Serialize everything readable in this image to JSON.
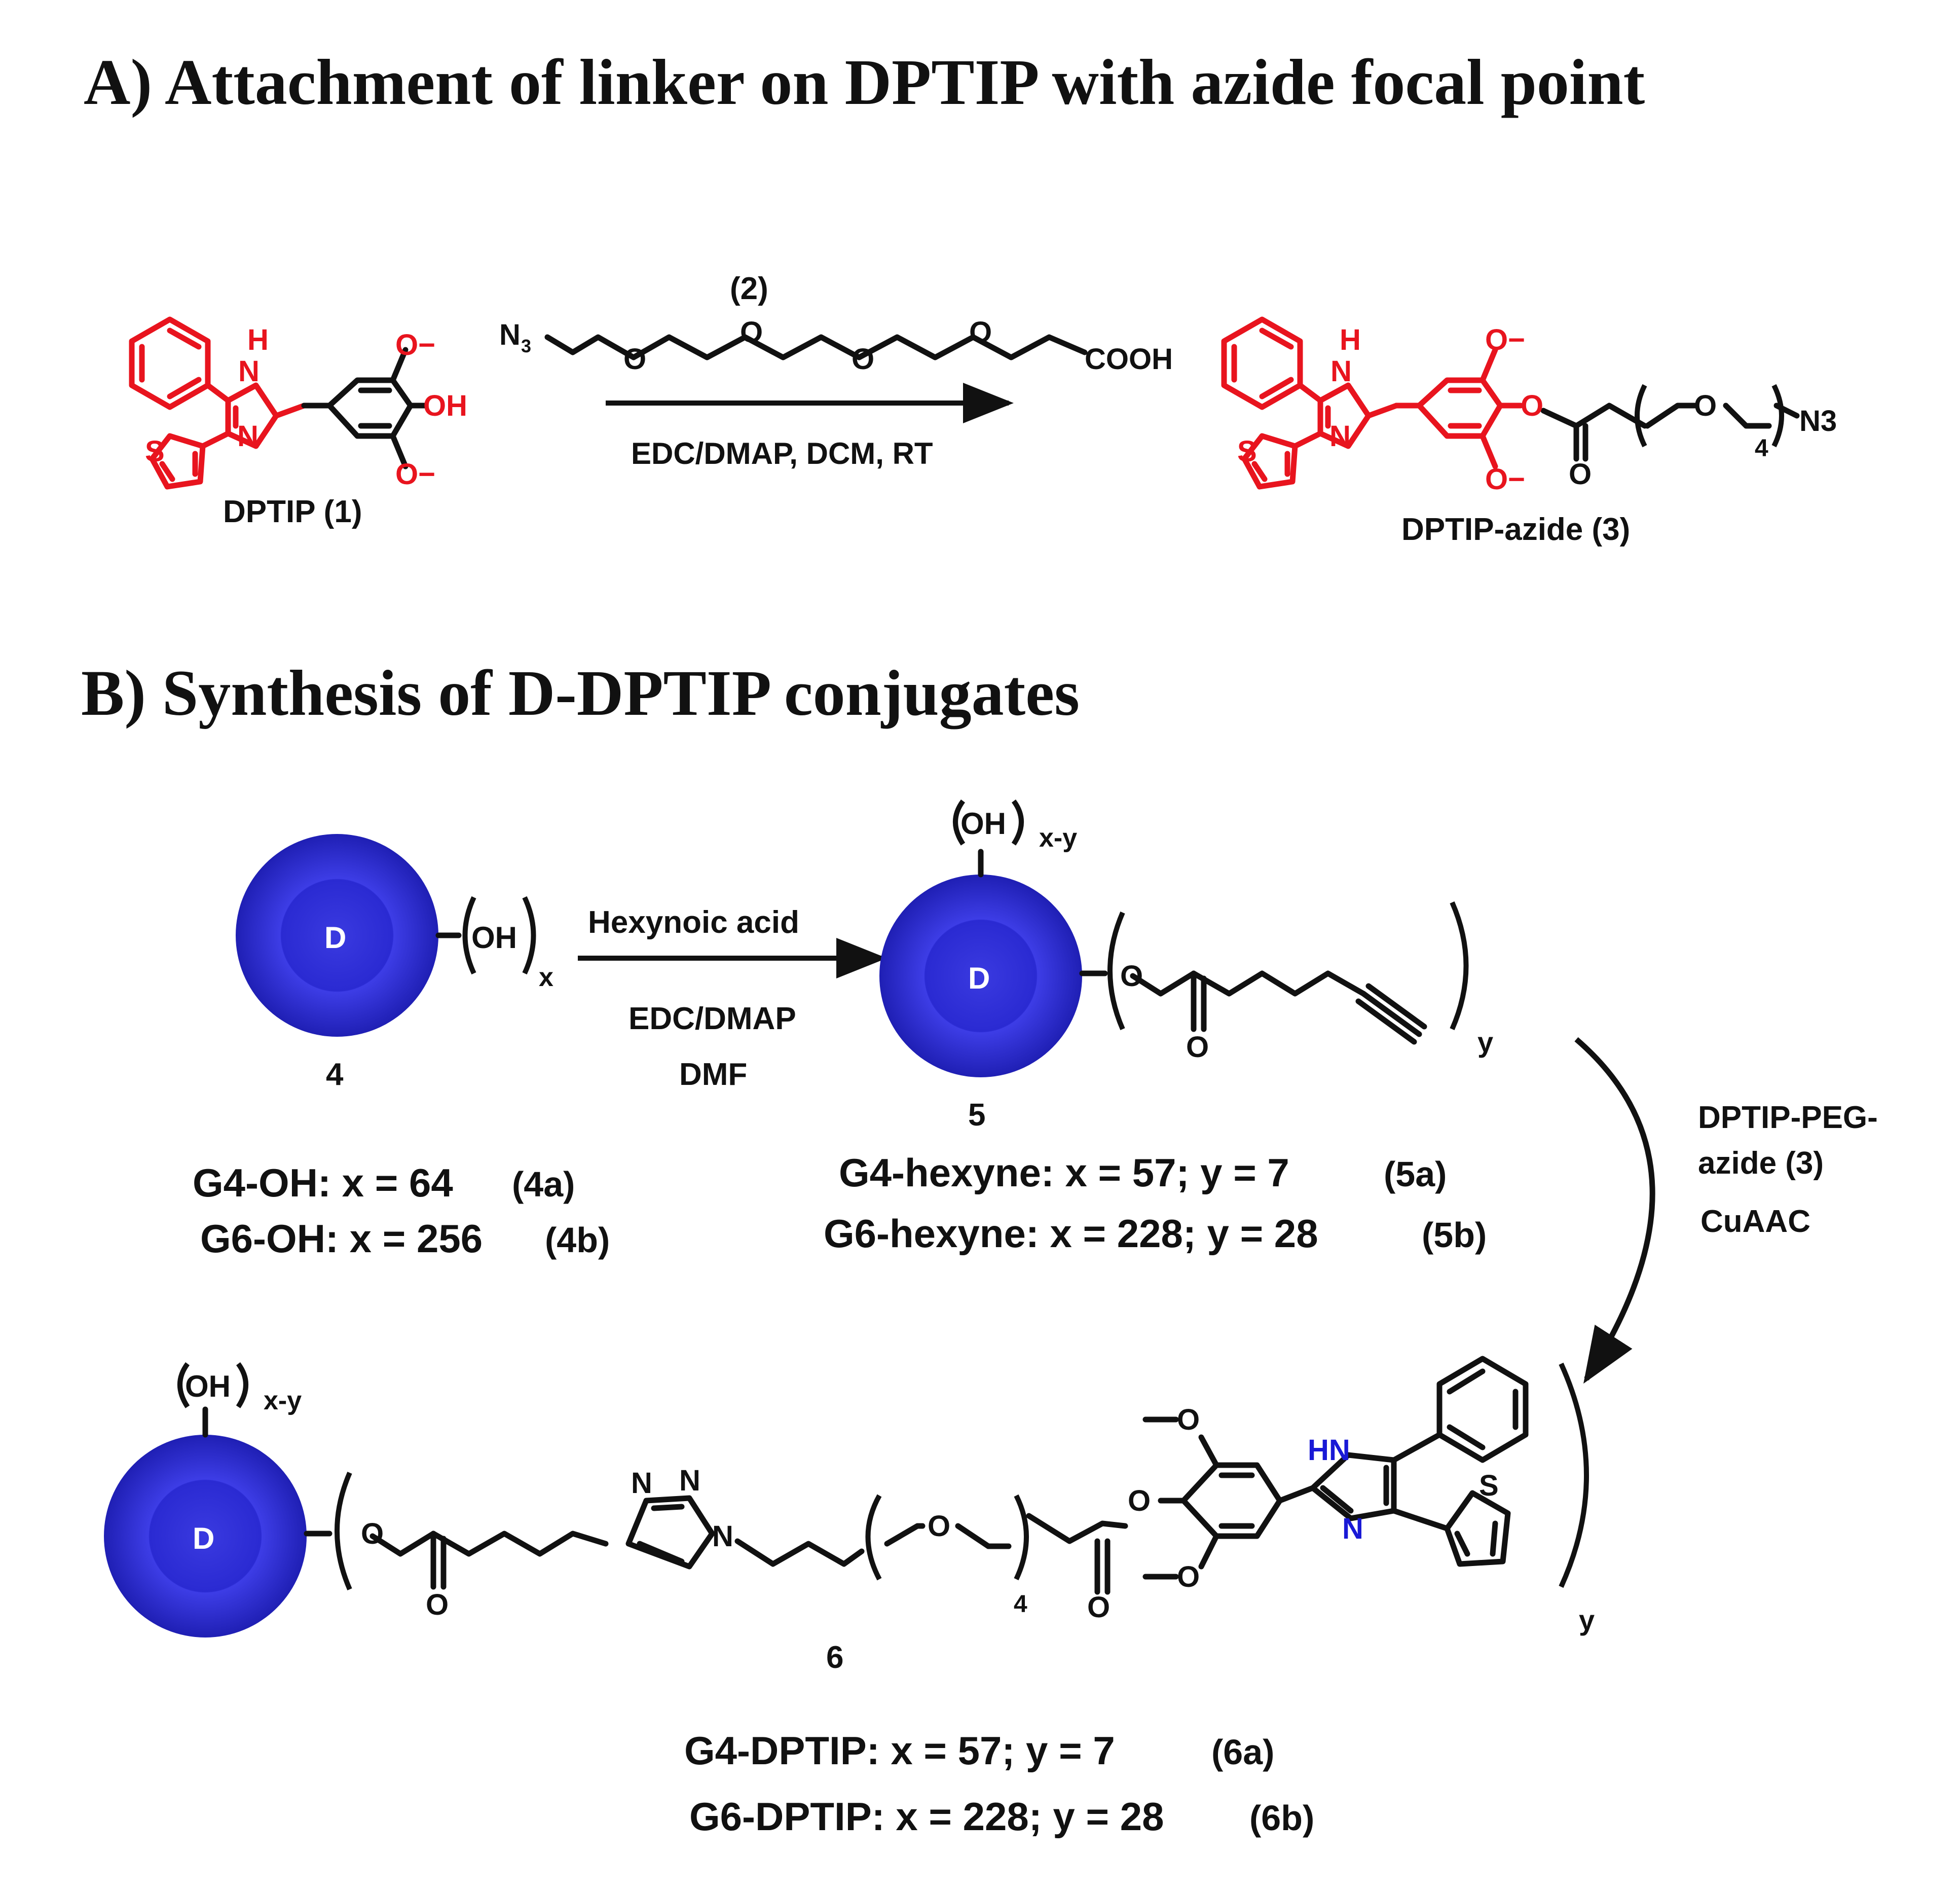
{
  "section_a": {
    "title": "A) Attachment of linker on DPTIP with azide focal point",
    "reagent_label": "(2)",
    "conditions": "EDC/DMAP, DCM, RT",
    "compound1_label": "DPTIP (1)",
    "compound3_label": "DPTIP-azide (3)"
  },
  "section_b": {
    "title": "B) Synthesis of D-DPTIP conjugates",
    "dendrimer_symbol": "D",
    "compound4_label": "4",
    "compound5_label": "5",
    "compound6_label": "6",
    "step1_reagent": "Hexynoic acid",
    "step1_cond1": "EDC/DMAP",
    "step1_cond2": "DMF",
    "step2_reagent_line1": "DPTIP-PEG-",
    "step2_reagent_line2": "azide (3)",
    "step2_cond": "CuAAC",
    "g4_oh": "G4-OH: x = 64",
    "g4_oh_id": "(4a)",
    "g6_oh": "G6-OH: x = 256",
    "g6_oh_id": "(4b)",
    "g4_hexyne": "G4-hexyne: x = 57; y = 7",
    "g4_hexyne_id": "(5a)",
    "g6_hexyne": "G6-hexyne: x = 228; y = 28",
    "g6_hexyne_id": "(5b)",
    "g4_dptip": "G4-DPTIP: x = 57; y = 7",
    "g4_dptip_id": "(6a)",
    "g6_dptip": "G6-DPTIP: x = 228; y = 28",
    "g6_dptip_id": "(6b)"
  },
  "atoms": {
    "H": "H",
    "N": "N",
    "NH": "NH",
    "HN": "HN",
    "S": "S",
    "O": "O",
    "OH": "OH",
    "Ominus": "O−",
    "N3": "N3",
    "N3sub": "N",
    "sub3": "3",
    "COOH": "COOH",
    "x": "x",
    "y": "y",
    "xy": "x-y",
    "four": "4"
  },
  "colors": {
    "dptip_red": "#e8141e",
    "dendrimer_blue": "#2323c8",
    "heteroatom_blue": "#1919d6",
    "ink": "#111111"
  }
}
